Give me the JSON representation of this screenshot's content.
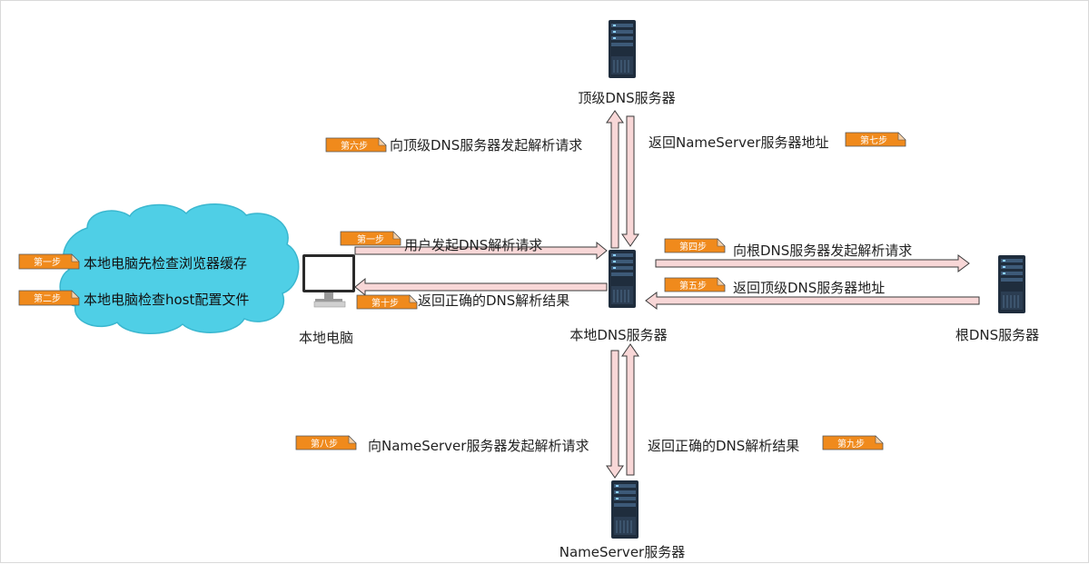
{
  "nodes": {
    "top_server": "顶级DNS服务器",
    "local_server": "本地DNS服务器",
    "root_server": "根DNS服务器",
    "ns_server": "NameServer服务器",
    "local_pc": "本地电脑"
  },
  "cloud": {
    "line1": "本地电脑先检查浏览器缓存",
    "line2": "本地电脑检查host配置文件"
  },
  "steps": {
    "s1": "第一步",
    "s2": "第二步",
    "s3": "第一步",
    "s4": "第四步",
    "s5": "第五步",
    "s6": "第六步",
    "s7": "第七步",
    "s8": "第八步",
    "s9": "第九步",
    "s10": "第十步"
  },
  "messages": {
    "user_request": "用户发起DNS解析请求",
    "return_result": "返回正确的DNS解析结果",
    "to_root": "向根DNS服务器发起解析请求",
    "root_return": "返回顶级DNS服务器地址",
    "to_top": "向顶级DNS服务器发起解析请求",
    "top_return": "返回NameServer服务器地址",
    "to_ns": "向NameServer服务器发起解析请求",
    "ns_return": "返回正确的DNS解析结果"
  },
  "colors": {
    "arrow_fill": "#f8d7d7",
    "arrow_stroke": "#3a3a3a",
    "step_tag": "#f08a1c",
    "cloud": "#4fcfe6",
    "server": "#1f2d3d"
  }
}
